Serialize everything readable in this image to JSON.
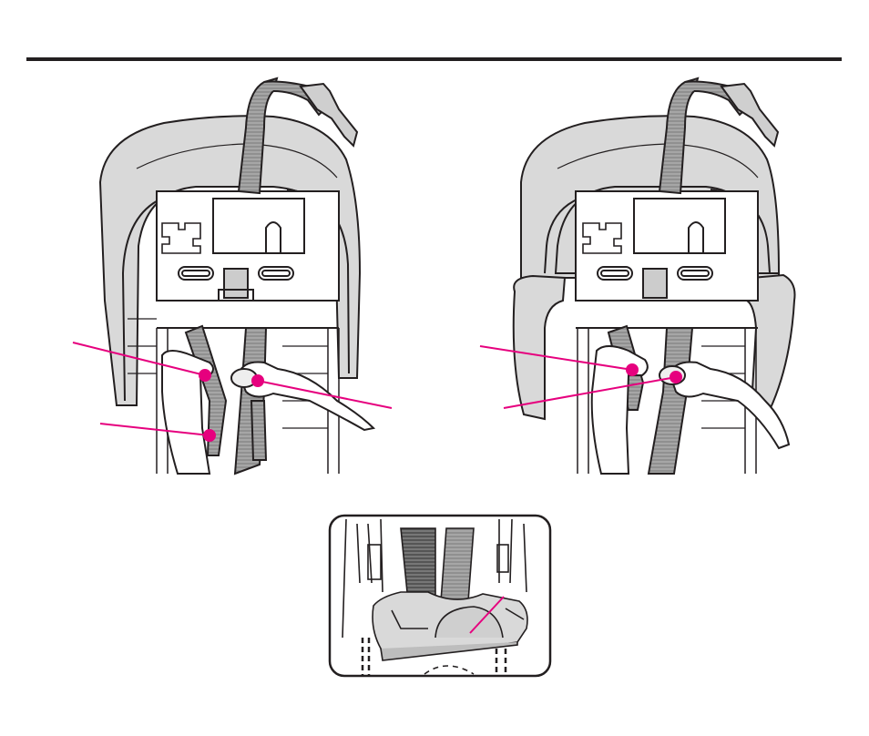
{
  "colors": {
    "line": "#231f20",
    "shell": "#d9d9d9",
    "shell_dark": "#bdbdbd",
    "strap": "#9e9e9e",
    "callout": "#e6007e",
    "paper": "#ffffff"
  },
  "figures": [
    {
      "name": "seat-rear-view-left",
      "callouts": 3
    },
    {
      "name": "seat-rear-view-right",
      "callouts": 2
    },
    {
      "name": "detail-inset",
      "callouts": 0
    }
  ]
}
